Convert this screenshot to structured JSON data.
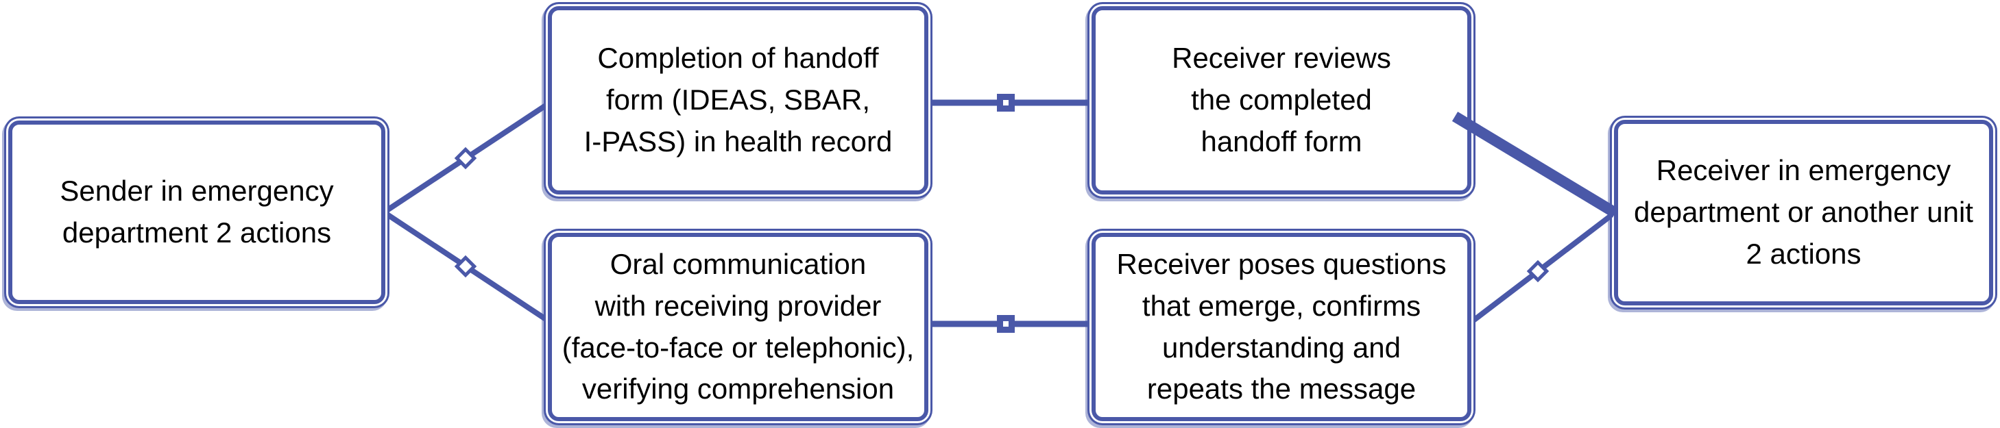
{
  "diagram": {
    "background_color": "#ffffff",
    "accent_color": "#4a58a8",
    "text_color": "#000000",
    "nodes": [
      {
        "id": "sender",
        "label": "Sender in emergency\ndepartment 2 actions"
      },
      {
        "id": "handoff-form",
        "label": "Completion of handoff\nform (IDEAS, SBAR,\nI-PASS) in health record"
      },
      {
        "id": "receiver-reviews",
        "label": "Receiver reviews\nthe completed\nhandoff form"
      },
      {
        "id": "oral-communication",
        "label": "Oral communication\nwith receiving provider\n(face-to-face or telephonic),\nverifying comprehension"
      },
      {
        "id": "receiver-questions",
        "label": "Receiver poses questions\nthat emerge, confirms\nunderstanding and\nrepeats the message"
      },
      {
        "id": "receiver-unit",
        "label": "Receiver in emergency\ndepartment or another unit\n2 actions"
      }
    ],
    "connectors": [
      {
        "from": "sender",
        "to": "handoff-form",
        "marker": "hollow-diamond",
        "thickness": "normal"
      },
      {
        "from": "sender",
        "to": "oral-communication",
        "marker": "hollow-diamond",
        "thickness": "normal"
      },
      {
        "from": "handoff-form",
        "to": "receiver-reviews",
        "marker": "filled-square",
        "thickness": "normal"
      },
      {
        "from": "oral-communication",
        "to": "receiver-questions",
        "marker": "filled-square",
        "thickness": "normal"
      },
      {
        "from": "receiver-reviews",
        "to": "receiver-unit",
        "marker": "none",
        "thickness": "thick"
      },
      {
        "from": "receiver-questions",
        "to": "receiver-unit",
        "marker": "hollow-diamond",
        "thickness": "normal"
      }
    ]
  }
}
